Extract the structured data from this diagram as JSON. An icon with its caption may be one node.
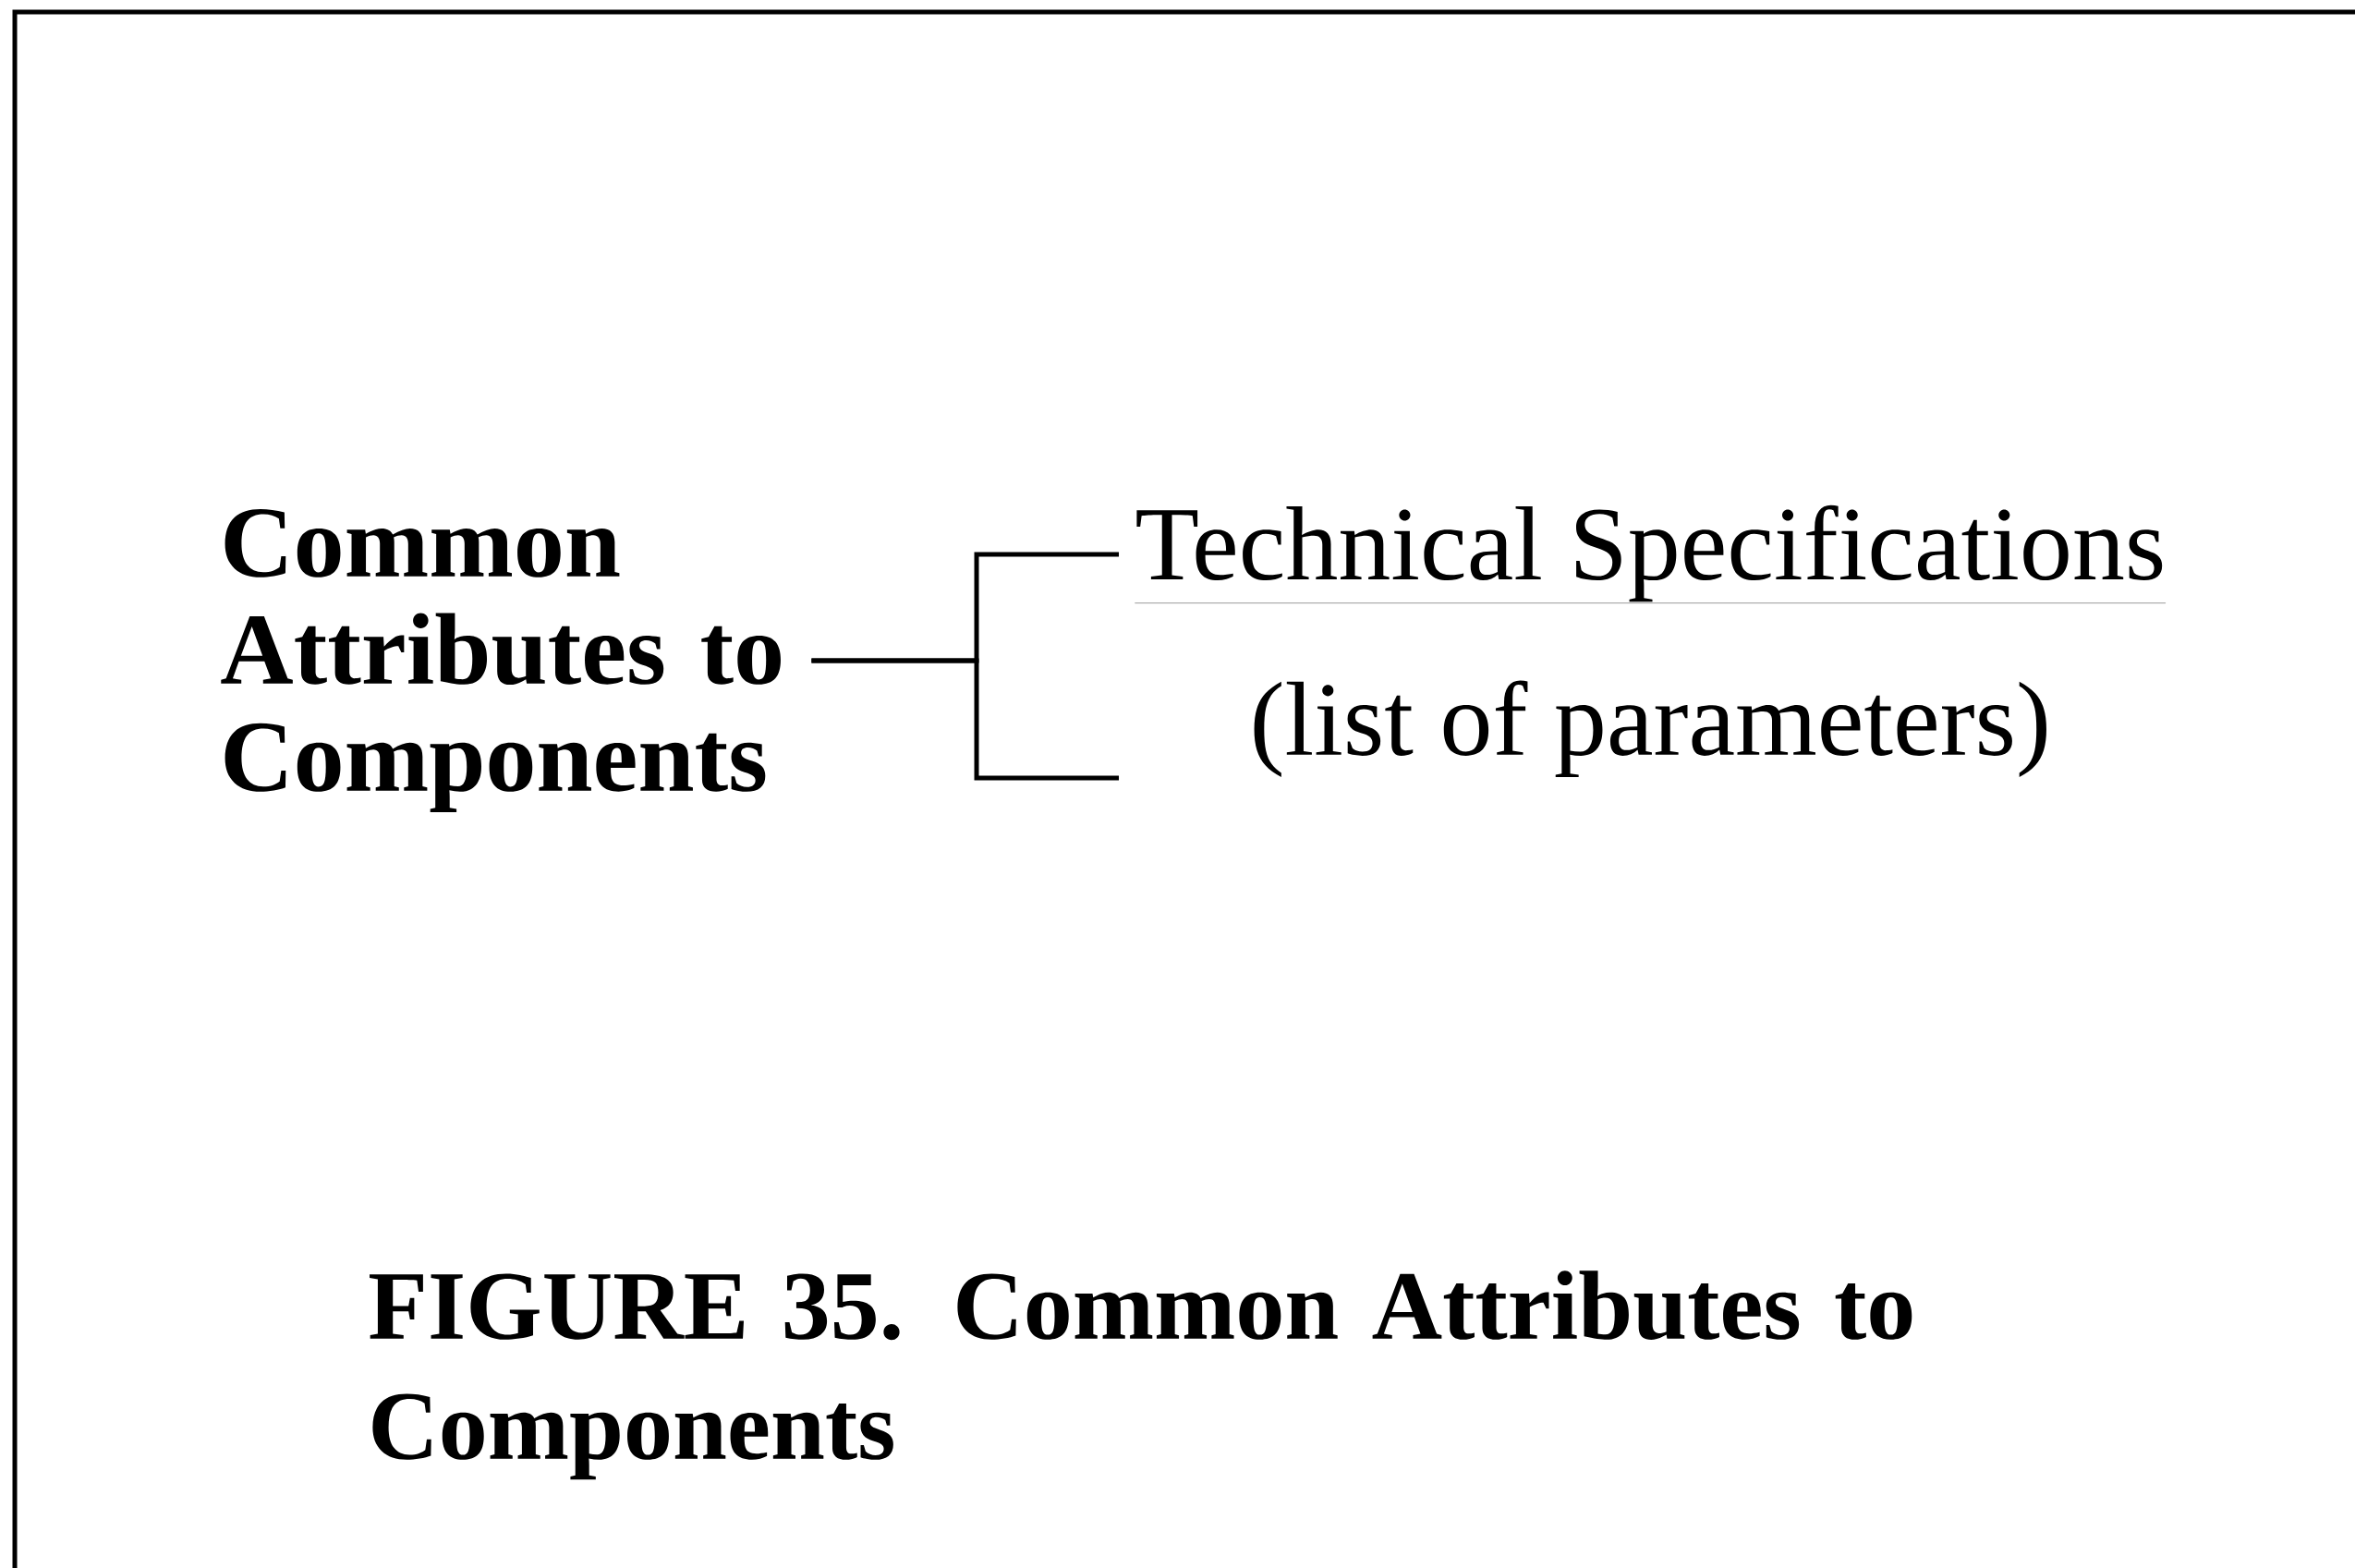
{
  "diagram": {
    "caption": "FIGURE 35. Common Attributes to Components",
    "nodes": [
      {
        "text": [
          "Common Attributes to Components"
        ]
      },
      {
        "text": [
          "Technical Specifications"
        ]
      },
      {
        "text": [
          "(list of parameters)"
        ]
      }
    ],
    "edges": [
      {
        "from": 0,
        "to": 1,
        "arrow": "none"
      },
      {
        "from": 0,
        "to": 2,
        "arrow": "none"
      }
    ]
  }
}
